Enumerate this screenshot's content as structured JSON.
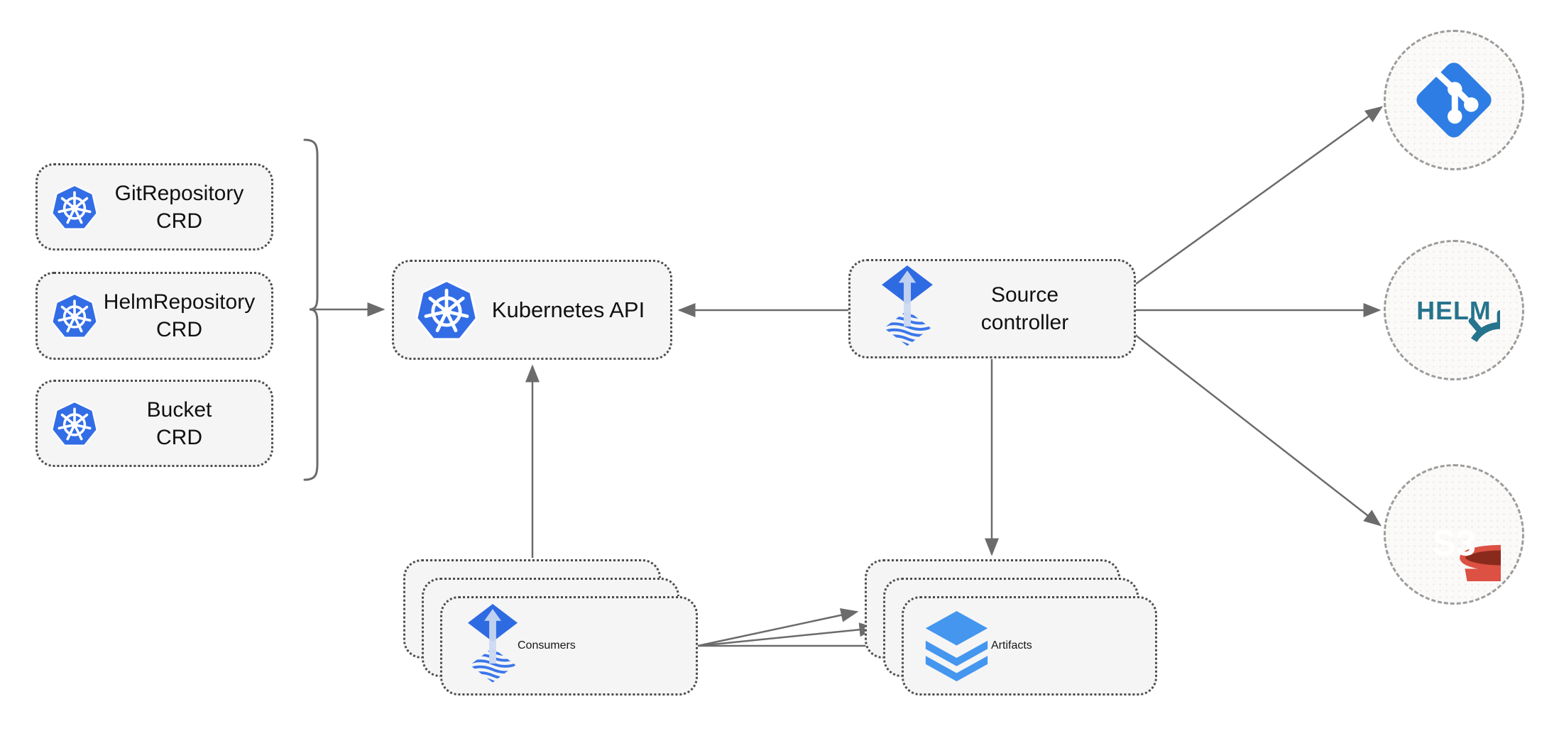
{
  "nodes": {
    "git_repository_crd": {
      "label": "GitRepository\nCRD",
      "icon": "kubernetes-icon"
    },
    "helm_repository_crd": {
      "label": "HelmRepository\nCRD",
      "icon": "kubernetes-icon"
    },
    "bucket_crd": {
      "label": "Bucket\nCRD",
      "icon": "kubernetes-icon"
    },
    "kubernetes_api": {
      "label": "Kubernetes API",
      "icon": "kubernetes-icon"
    },
    "source_controller": {
      "label": "Source\ncontroller",
      "icon": "flux-icon"
    },
    "consumers": {
      "label": "Consumers",
      "icon": "flux-icon",
      "stacked": 3
    },
    "artifacts": {
      "label": "Artifacts",
      "icon": "layers-icon",
      "stacked": 3
    },
    "git_endpoint": {
      "icon": "git-icon"
    },
    "helm_endpoint": {
      "icon": "helm-icon",
      "text": "HELM"
    },
    "s3_endpoint": {
      "icon": "s3-bucket-icon",
      "text": "S3"
    }
  },
  "edges": [
    {
      "from": "crd-group-bracket",
      "to": "kubernetes_api"
    },
    {
      "from": "source_controller",
      "to": "kubernetes_api"
    },
    {
      "from": "consumers",
      "to": "kubernetes_api"
    },
    {
      "from": "source_controller",
      "to": "git_endpoint"
    },
    {
      "from": "source_controller",
      "to": "helm_endpoint"
    },
    {
      "from": "source_controller",
      "to": "s3_endpoint"
    },
    {
      "from": "source_controller",
      "to": "artifacts"
    },
    {
      "from": "consumers",
      "to": "artifacts",
      "count": 3
    }
  ],
  "colors": {
    "kubernetes_blue": "#326de6",
    "flux_blue": "#2e6ae2",
    "flux_wave_blue": "#3b76ea",
    "flux_arrow_light": "#cdd9f2",
    "git_blue": "#2e7de5",
    "helm_teal": "#26738d",
    "s3_red": "#dc5143",
    "s3_dark_red": "#8a2a1d",
    "layers_blue": "#4496ef",
    "arrow_gray": "#6b6b6b",
    "box_fill": "#f5f5f5",
    "box_border": "#4c4c4c",
    "circle_border": "#9c9c9c"
  }
}
